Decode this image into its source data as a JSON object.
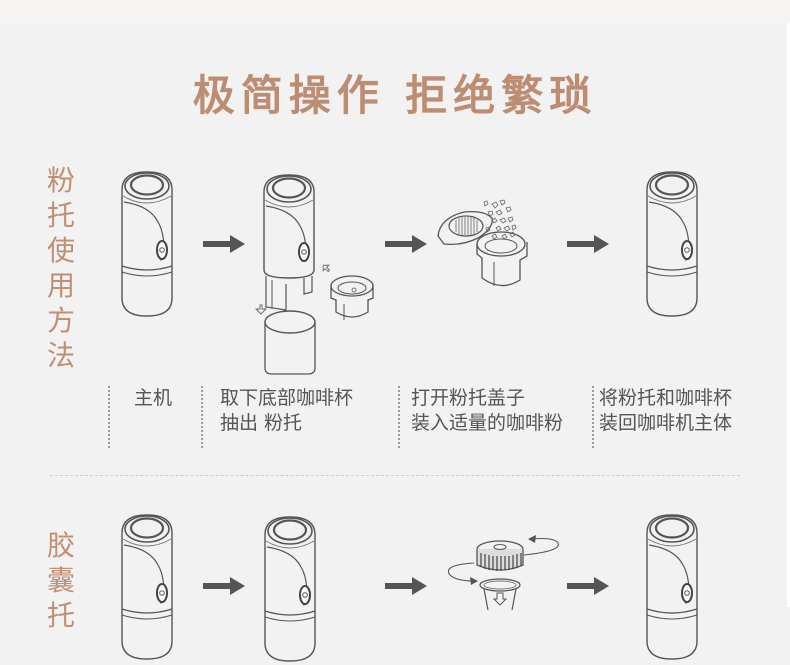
{
  "title": "极简操作 拒绝繁琐",
  "colors": {
    "accent": "#bc8d72",
    "text": "#555555",
    "line": "#555555",
    "background": "#f2f2f2"
  },
  "sections": [
    {
      "label_chars": [
        "粉",
        "托",
        "使",
        "用",
        "方",
        "法"
      ],
      "steps": [
        {
          "illustration": "machine-icon",
          "caption": [
            "主机"
          ]
        },
        {
          "illustration": "disassembled-machine-icon",
          "caption": [
            "取下底部咖啡杯",
            "抽出 粉托"
          ]
        },
        {
          "illustration": "open-powder-holder-icon",
          "caption": [
            "打开粉托盖子",
            "装入适量的咖啡粉"
          ]
        },
        {
          "illustration": "machine-icon",
          "caption": [
            "将粉托和咖啡杯",
            "装回咖啡机主体"
          ]
        }
      ],
      "arrows": [
        "arrow-right-icon",
        "arrow-right-icon",
        "arrow-right-icon"
      ]
    },
    {
      "label_chars": [
        "胶",
        "囊",
        "托"
      ],
      "steps": [
        {
          "illustration": "machine-icon"
        },
        {
          "illustration": "machine-icon"
        },
        {
          "illustration": "capsule-adapter-icon"
        },
        {
          "illustration": "machine-icon"
        }
      ],
      "arrows": [
        "arrow-right-icon",
        "arrow-right-icon",
        "arrow-right-icon"
      ]
    }
  ]
}
